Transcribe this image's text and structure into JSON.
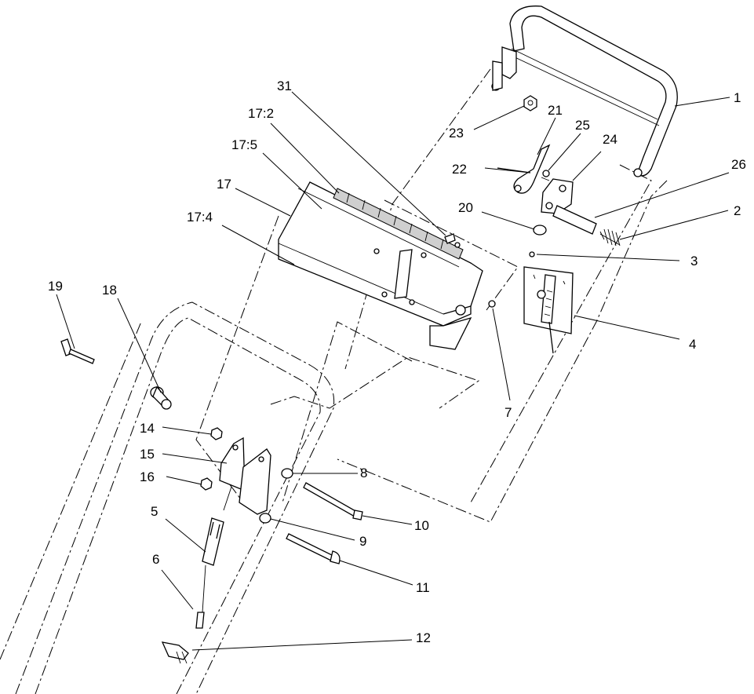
{
  "callouts": [
    {
      "id": "c1",
      "label": "1"
    },
    {
      "id": "c2",
      "label": "2"
    },
    {
      "id": "c3",
      "label": "3"
    },
    {
      "id": "c4",
      "label": "4"
    },
    {
      "id": "c5",
      "label": "5"
    },
    {
      "id": "c6",
      "label": "6"
    },
    {
      "id": "c7",
      "label": "7"
    },
    {
      "id": "c8",
      "label": "8"
    },
    {
      "id": "c9",
      "label": "9"
    },
    {
      "id": "c10",
      "label": "10"
    },
    {
      "id": "c11",
      "label": "11"
    },
    {
      "id": "c12",
      "label": "12"
    },
    {
      "id": "c14",
      "label": "14"
    },
    {
      "id": "c15",
      "label": "15"
    },
    {
      "id": "c16",
      "label": "16"
    },
    {
      "id": "c17",
      "label": "17"
    },
    {
      "id": "c17_2",
      "label": "17:2"
    },
    {
      "id": "c17_4",
      "label": "17:4"
    },
    {
      "id": "c17_5",
      "label": "17:5"
    },
    {
      "id": "c18",
      "label": "18"
    },
    {
      "id": "c19",
      "label": "19"
    },
    {
      "id": "c20",
      "label": "20"
    },
    {
      "id": "c21",
      "label": "21"
    },
    {
      "id": "c22",
      "label": "22"
    },
    {
      "id": "c23",
      "label": "23"
    },
    {
      "id": "c24",
      "label": "24"
    },
    {
      "id": "c25",
      "label": "25"
    },
    {
      "id": "c26",
      "label": "26"
    },
    {
      "id": "c31",
      "label": "31"
    }
  ]
}
